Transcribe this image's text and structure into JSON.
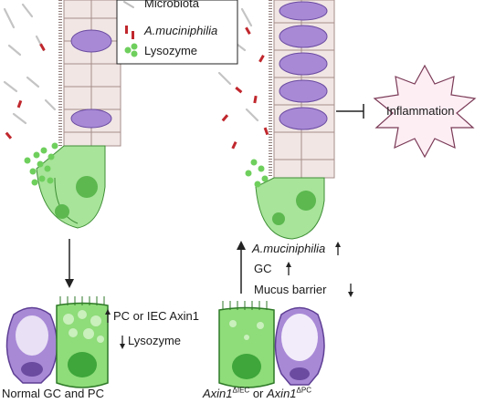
{
  "legend": {
    "microbiota": "Microbiota",
    "akkermansia": "A.muciniphilia",
    "lysozyme": "Lysozyme"
  },
  "right_panel": {
    "inflammation": "Inflammation",
    "akk_up": "A.muciniphilia",
    "gc_up": "GC",
    "mucus_down": "Mucus barrier"
  },
  "middle": {
    "axin_label": "PC or IEC Axin1",
    "lysozyme_label": "Lysozyme"
  },
  "captions": {
    "normal": "Normal GC and PC",
    "axin_a": "Axin1",
    "axin_a_sup": "ΔIEC",
    "or": " or ",
    "axin_b": "Axin1",
    "axin_b_sup": "ΔPC"
  },
  "colors": {
    "goblet": "#8e6cc4",
    "goblet_light": "#b89be0",
    "paneth": "#7bd86a",
    "paneth_dark": "#3ea63a",
    "epithelium": "#f1e6e4",
    "bacteria": "#c0272d",
    "microbiota": "#b9b9b9"
  }
}
